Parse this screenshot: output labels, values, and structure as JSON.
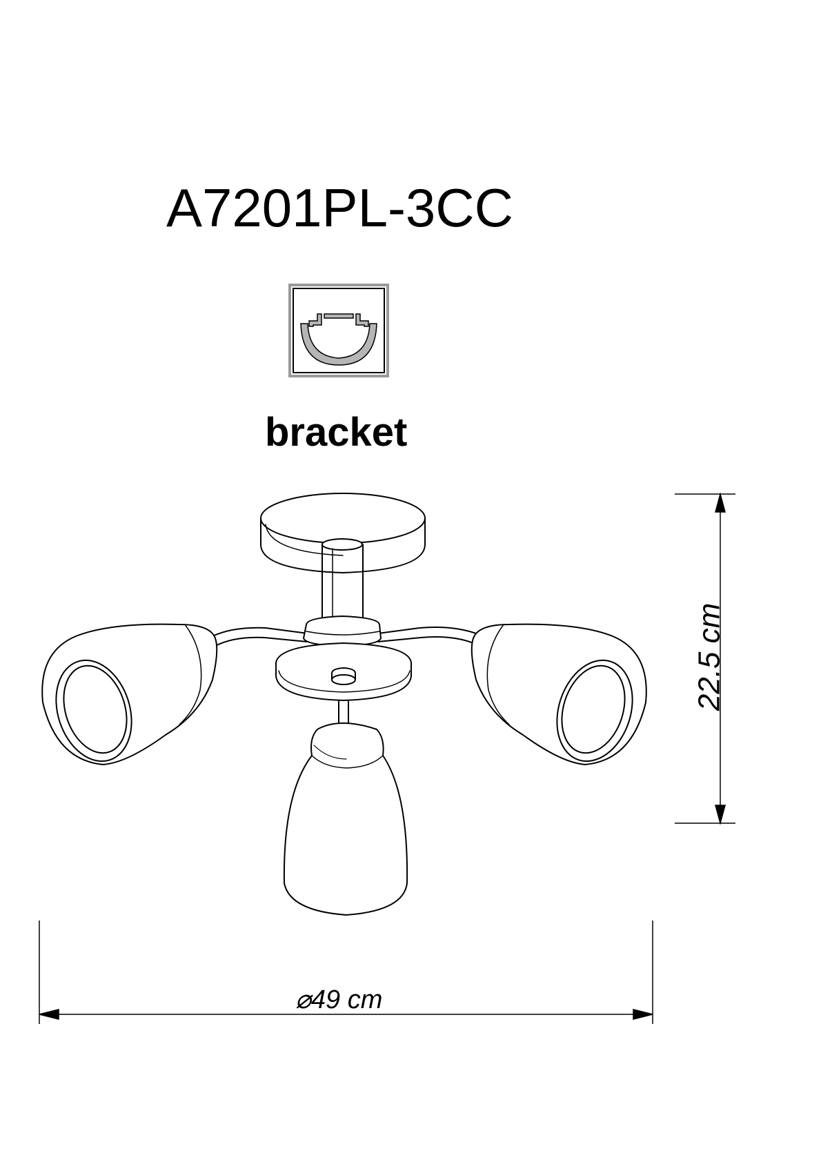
{
  "title": "A7201PL-3CC",
  "mount_type": {
    "label": "bracket",
    "icon": "bracket-mount-icon"
  },
  "dimensions": {
    "height": "22.5 cm",
    "diameter": "⌀49 cm"
  },
  "colors": {
    "line": "#000000",
    "icon_frame": "#9a9a9a",
    "background": "#ffffff"
  }
}
